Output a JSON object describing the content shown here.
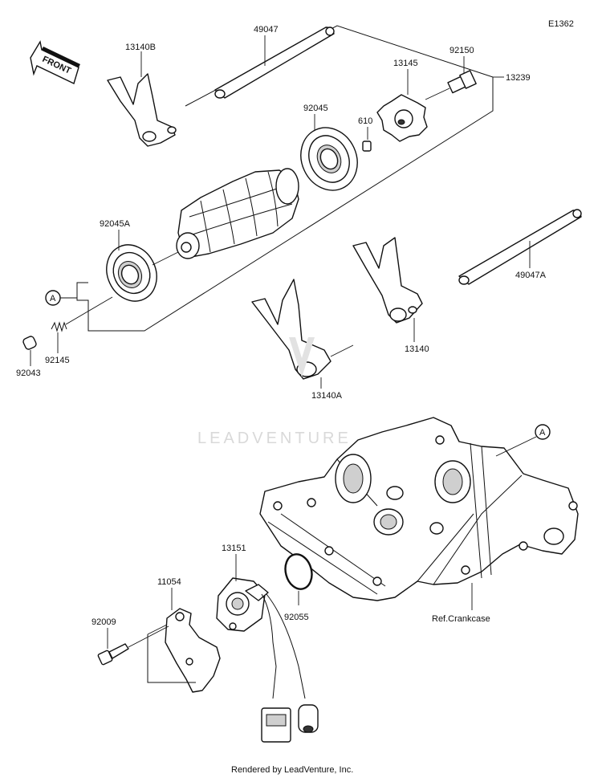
{
  "diagram_code": "E1362",
  "front_label": "FRONT",
  "parts": {
    "p13140B": "13140B",
    "p49047": "49047",
    "p92150": "92150",
    "p13145": "13145",
    "p13239": "13239",
    "p92045": "92045",
    "p610": "610",
    "p92045A": "92045A",
    "p92145": "92145",
    "p92043": "92043",
    "p49047A": "49047A",
    "p13140": "13140",
    "p13140A": "13140A",
    "p13151": "13151",
    "p11054": "11054",
    "p92009": "92009",
    "p92055": "92055",
    "ref_crankcase": "Ref.Crankcase"
  },
  "callouts": {
    "a_top": "A",
    "a_bottom": "A"
  },
  "watermark": "LEADVENTURE",
  "footer": "Rendered by LeadVenture, Inc."
}
